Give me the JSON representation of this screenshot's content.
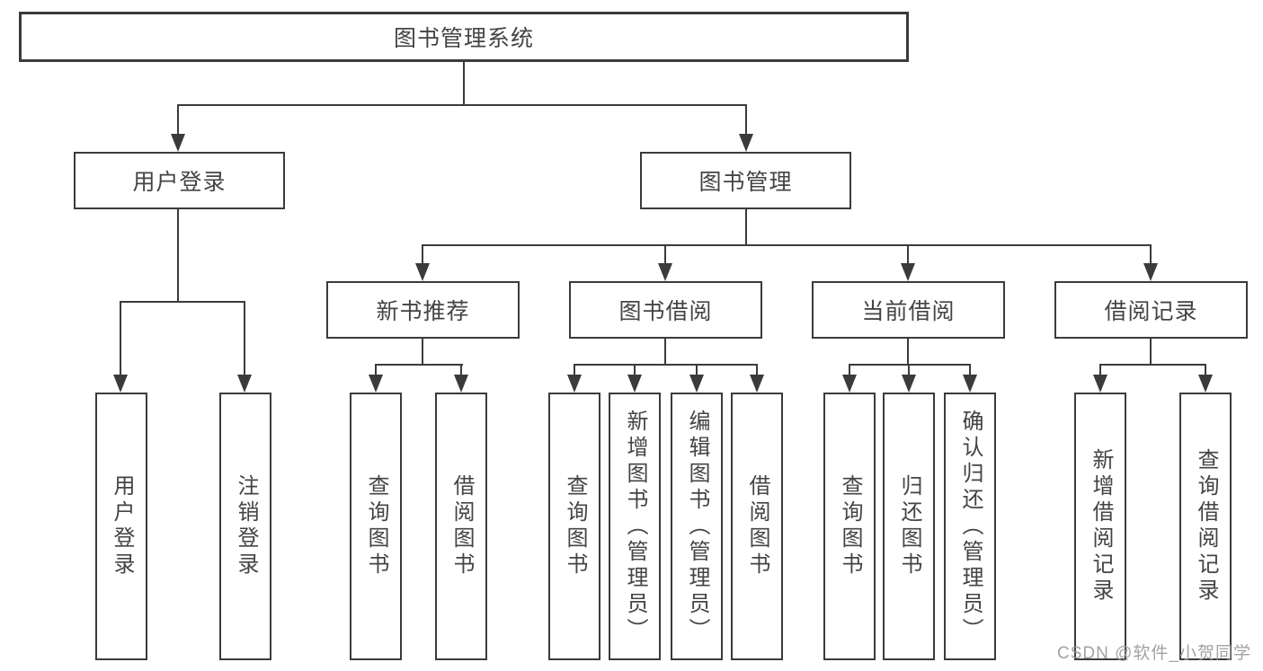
{
  "tree": {
    "label": "图书管理系统",
    "children": [
      {
        "label": "用户登录",
        "children": [
          {
            "label": "用户登录"
          },
          {
            "label": "注销登录"
          }
        ]
      },
      {
        "label": "图书管理",
        "children": [
          {
            "label": "新书推荐",
            "children": [
              {
                "label": "查询图书"
              },
              {
                "label": "借阅图书"
              }
            ]
          },
          {
            "label": "图书借阅",
            "children": [
              {
                "label": "查询图书"
              },
              {
                "label": "新增图书（管理员）"
              },
              {
                "label": "编辑图书（管理员）"
              },
              {
                "label": "借阅图书"
              }
            ]
          },
          {
            "label": "当前借阅",
            "children": [
              {
                "label": "查询图书"
              },
              {
                "label": "归还图书"
              },
              {
                "label": "确认归还（管理员）"
              }
            ]
          },
          {
            "label": "借阅记录",
            "children": [
              {
                "label": "新增借阅记录"
              },
              {
                "label": "查询借阅记录"
              }
            ]
          }
        ]
      }
    ]
  },
  "watermark": {
    "text": "CSDN @软件_小贺同学"
  },
  "colors": {
    "line": "#3b3b3b",
    "text": "#444444",
    "watermark": "#989898",
    "background": "#ffffff"
  }
}
